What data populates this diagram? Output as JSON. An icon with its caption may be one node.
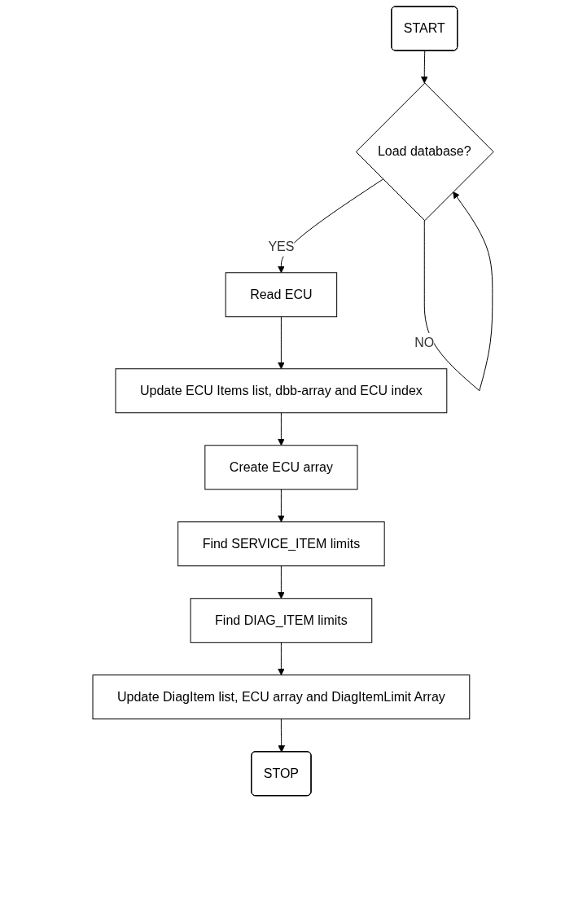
{
  "diagram": {
    "nodes": [
      {
        "text": [
          "START"
        ]
      },
      {
        "text": [
          "Load database?"
        ]
      },
      {
        "text": [
          "Read ECU"
        ]
      },
      {
        "text": [
          "Update ECU Items list, dbb-array and ECU index"
        ]
      },
      {
        "text": [
          "Create ECU array"
        ]
      },
      {
        "text": [
          "Find SERVICE_ITEM limits"
        ]
      },
      {
        "text": [
          "Find DIAG_ITEM limits"
        ]
      },
      {
        "text": [
          "Update DiagItem list, ECU array and DiagItemLimit Array"
        ]
      },
      {
        "text": [
          "STOP"
        ]
      }
    ],
    "edges": [
      {
        "from": 0,
        "to": 1,
        "arrow": "to"
      },
      {
        "from": 1,
        "to": 1,
        "label": "NO",
        "arrow": "to"
      },
      {
        "from": 1,
        "to": 2,
        "label": "YES",
        "arrow": "to"
      },
      {
        "from": 2,
        "to": 3,
        "arrow": "to"
      },
      {
        "from": 3,
        "to": 4,
        "arrow": "to"
      },
      {
        "from": 4,
        "to": 5,
        "arrow": "to"
      },
      {
        "from": 5,
        "to": 6,
        "arrow": "to"
      },
      {
        "from": 6,
        "to": 7,
        "arrow": "to"
      },
      {
        "from": 7,
        "to": 8,
        "arrow": "to"
      }
    ]
  }
}
